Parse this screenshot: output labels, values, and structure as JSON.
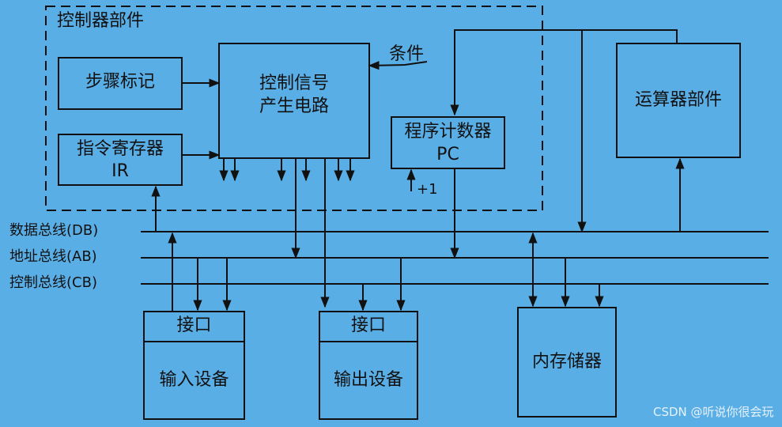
{
  "control_unit": {
    "title": "控制器部件",
    "step_marker": "步骤标记",
    "signal_circuit_l1": "控制信号",
    "signal_circuit_l2": "产生电路",
    "ir_l1": "指令寄存器",
    "ir_l2": "IR",
    "condition": "条件",
    "pc_l1": "程序计数器",
    "pc_l2": "PC",
    "increment": "+1"
  },
  "alu": {
    "label": "运算器部件"
  },
  "buses": {
    "data": "数据总线(DB)",
    "address": "地址总线(AB)",
    "control": "控制总线(CB)"
  },
  "devices": {
    "input_interface": "接口",
    "input_device": "输入设备",
    "output_interface": "接口",
    "output_device": "输出设备",
    "memory": "内存储器"
  },
  "watermark": "CSDN @听说你很会玩",
  "colors": {
    "background": "#5aaee6",
    "line": "#111111"
  }
}
